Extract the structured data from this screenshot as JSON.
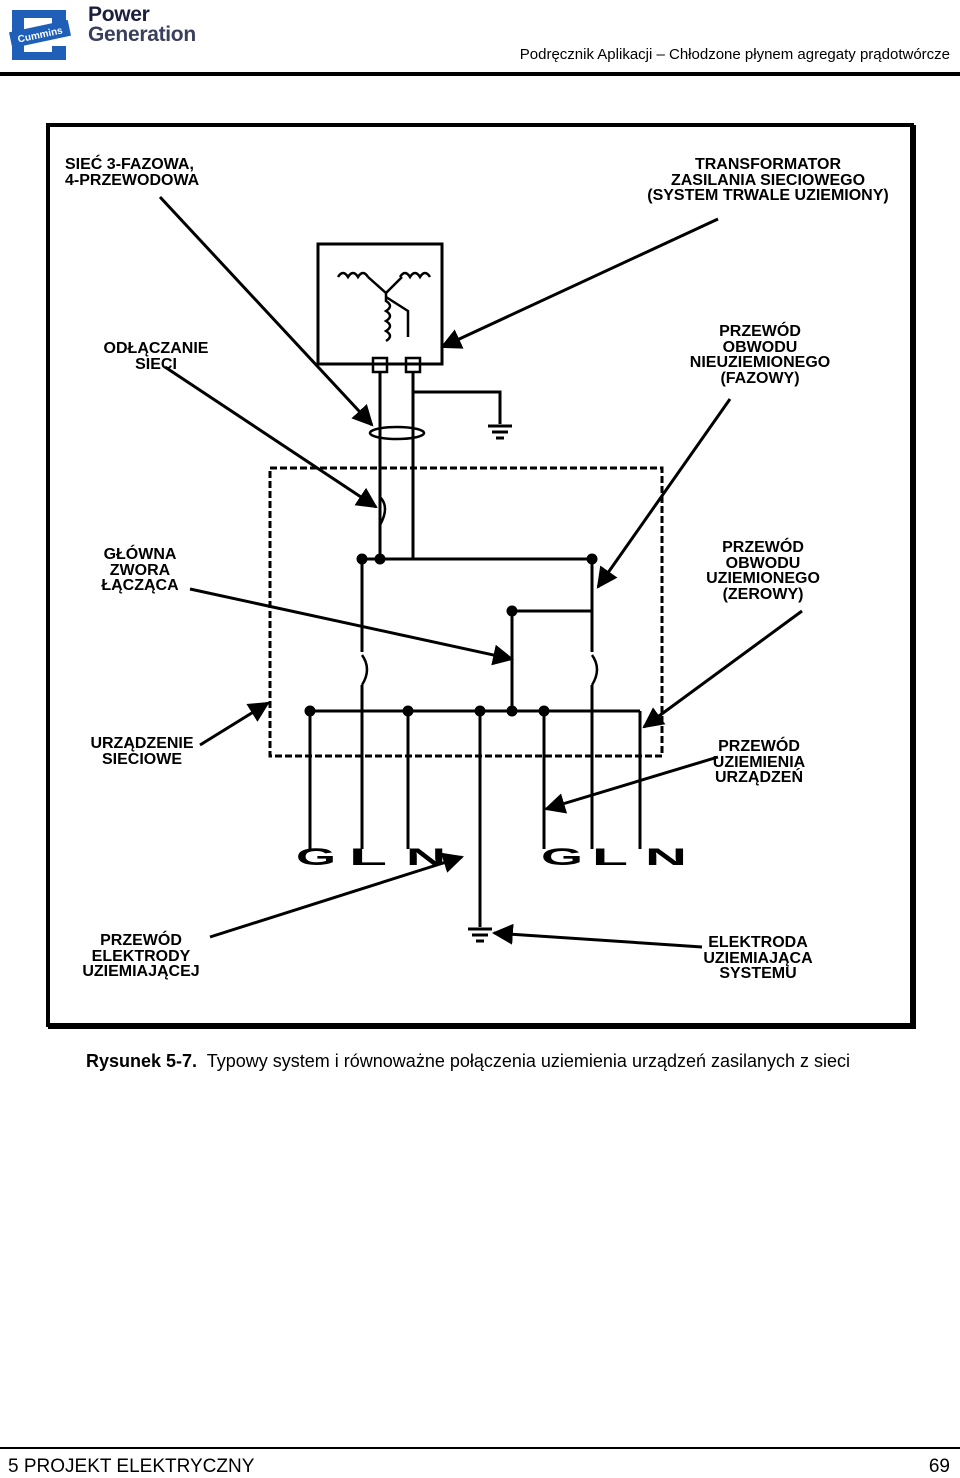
{
  "header": {
    "brand_line1": "Power",
    "brand_line2": "Generation",
    "logo_text": "Cummins",
    "doc_title": "Podręcznik Aplikacji – Chłodzone płynem agregaty prądotwórcze"
  },
  "diagram": {
    "labels": {
      "siec": "SIEĆ 3-FAZOWA,\n4-PRZEWODOWA",
      "transformator": "TRANSFORMATOR\nZASILANIA SIECIOWEGO\n(SYSTEM TRWALE  UZIEMIONY)",
      "odlaczanie": "ODŁĄCZANIE\nSIECI",
      "nieuziemiony": "PRZEWÓD\nOBWODU\nNIEUZIEMIONEGO\n(FAZOWY)",
      "zwora": "GŁÓWNA\nZWORA\nŁĄCZĄCA",
      "uziemiony": "PRZEWÓD\nOBWODU\nUZIEMIONEGO\n(ZEROWY)",
      "urzadzenie": "URZĄDZENIE\nSIECIOWE",
      "uziemienia": "PRZEWÓD\nUZIEMIENIA\nURZĄDZEŃ",
      "elektrody": "PRZEWÓD\nELEKTRODY\nUZIEMIAJĄCEJ",
      "elektroda": "ELEKTRODA\nUZIEMIAJĄCA\nSYSTEMU"
    },
    "terminals": [
      "G",
      "L",
      "N",
      "G",
      "L",
      "N"
    ]
  },
  "caption": {
    "number": "Rysunek 5-7.",
    "text": "Typowy system i równoważne połączenia uziemienia urządzeń zasilanych z sieci"
  },
  "footer": {
    "section": "5  PROJEKT ELEKTRYCZNY",
    "page": "69"
  }
}
